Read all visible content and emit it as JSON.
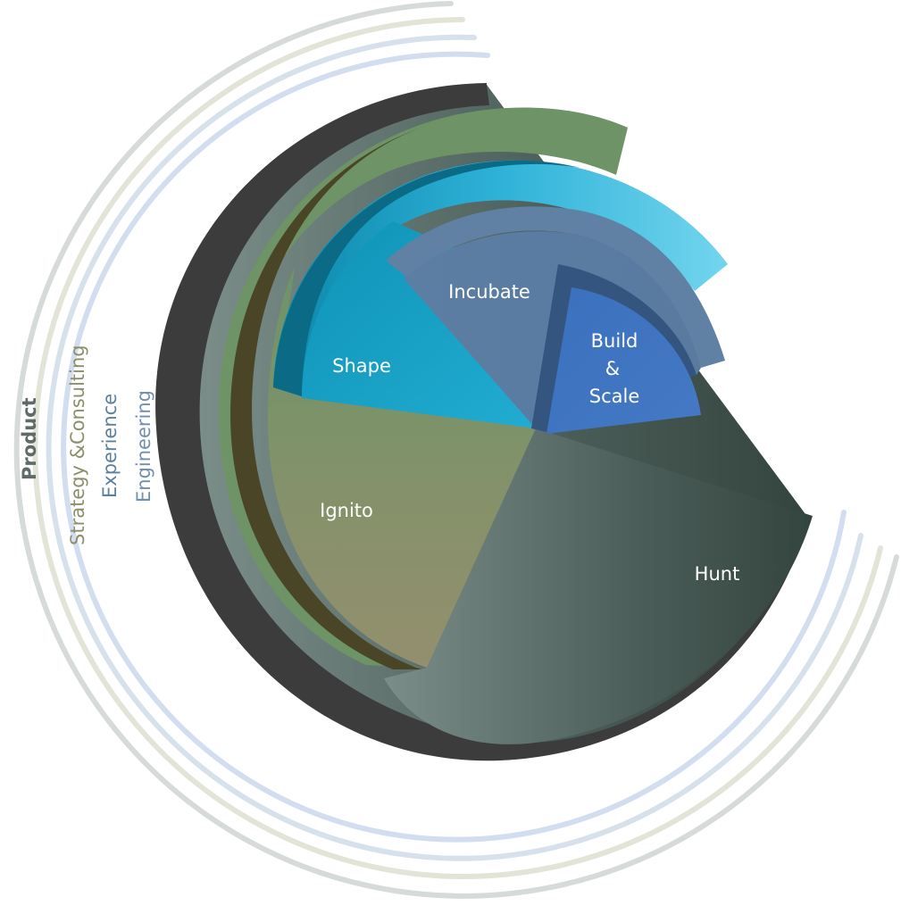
{
  "segments": {
    "hunt": {
      "label": "Hunt",
      "color": "#4a5d57"
    },
    "ignito": {
      "label": "Ignito",
      "color": "#7f926a"
    },
    "shape": {
      "label": "Shape",
      "color": "#1aa3c8"
    },
    "incubate": {
      "label": "Incubate",
      "color": "#5b7ea3"
    },
    "build_scale": {
      "lines": [
        "Build",
        "&",
        "Scale"
      ],
      "color": "#3d74c0"
    }
  },
  "outer_rings": [
    {
      "label": "Product",
      "color": "#5f6b66"
    },
    {
      "label": "Strategy &Consulting",
      "color": "#8c8f6a"
    },
    {
      "label": "Experience",
      "color": "#5e7f9e"
    },
    {
      "label": "Engineering",
      "color": "#6f8fb3"
    }
  ]
}
